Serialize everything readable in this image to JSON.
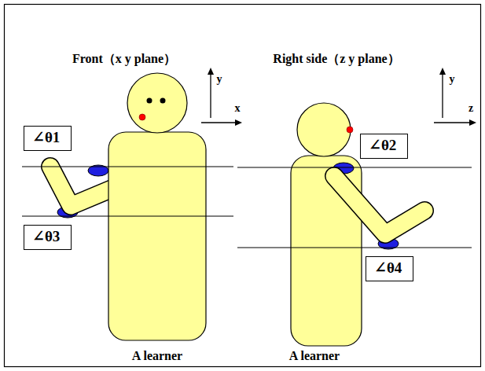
{
  "diagram": {
    "nodes": [
      {
        "text": [
          "∠θ1"
        ]
      },
      {
        "text": [
          "∠θ2"
        ]
      },
      {
        "text": [
          "∠θ3"
        ]
      },
      {
        "text": [
          "∠θ4"
        ]
      }
    ],
    "labels": [
      "Front（x y plane）",
      "Right side（z y plane）",
      "y",
      "x",
      "y",
      "z",
      "A learner",
      "A learner"
    ]
  }
}
